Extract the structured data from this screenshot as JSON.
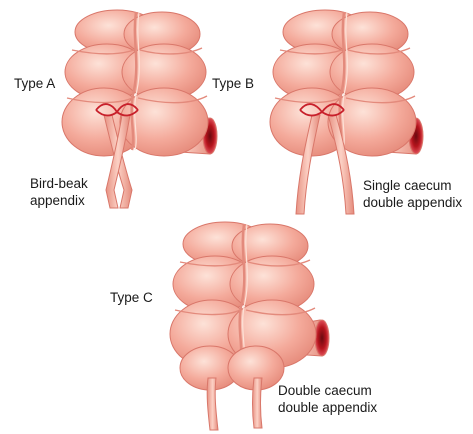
{
  "panels": [
    {
      "type_label": "Type A",
      "caption_line1": "Bird-beak",
      "caption_line2": "appendix"
    },
    {
      "type_label": "Type B",
      "caption_line1": "Single caecum",
      "caption_line2": "double appendix"
    },
    {
      "type_label": "Type C",
      "caption_line1": "Double caecum",
      "caption_line2": "double appendix"
    }
  ],
  "colors": {
    "tissue": "#f2a597",
    "tissue_light": "#fbd3c8",
    "tissue_shadow": "#d9776a",
    "fold": "#e38a7c",
    "ligature": "#c8202b",
    "lumen": "#c0121c",
    "lumen_dark": "#7a0a10"
  }
}
